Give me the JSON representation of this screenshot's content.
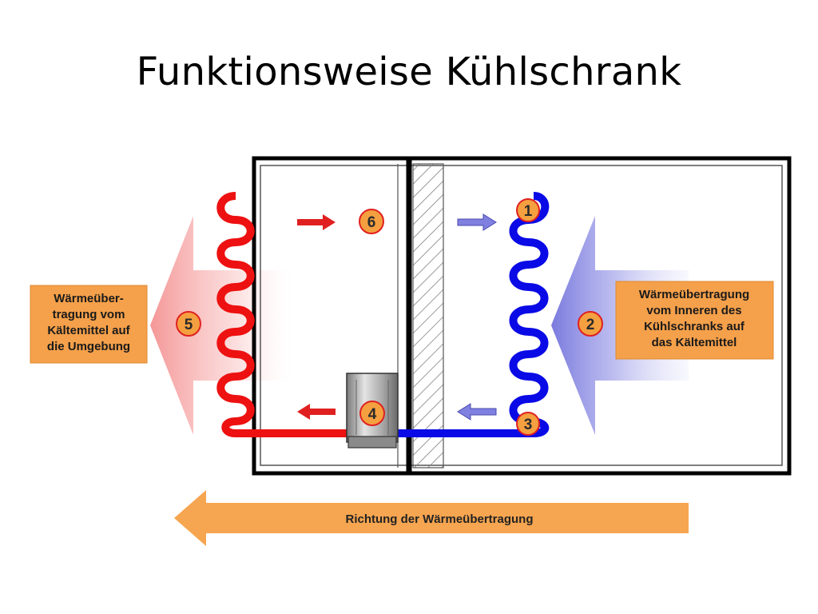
{
  "title": "Funktionsweise Kühlschrank",
  "left_label": [
    "Wärmeüber-",
    "tragung vom",
    "Kältemittel auf",
    "die Umgebung"
  ],
  "right_label": [
    "Wärmeübertragung",
    "vom Inneren des",
    "Kühlschranks auf",
    "das Kältemittel"
  ],
  "direction_label": "Richtung der Wärmeübertragung",
  "steps": [
    "1",
    "2",
    "3",
    "4",
    "5",
    "6"
  ],
  "colors": {
    "hot_pipe": "#ee1111",
    "cold_pipe": "#0a0ae6",
    "label_box": "#f5a04a",
    "direction_arrow": "#f6a550",
    "badge": "#f5a040",
    "badge_ring": "#e02020"
  }
}
